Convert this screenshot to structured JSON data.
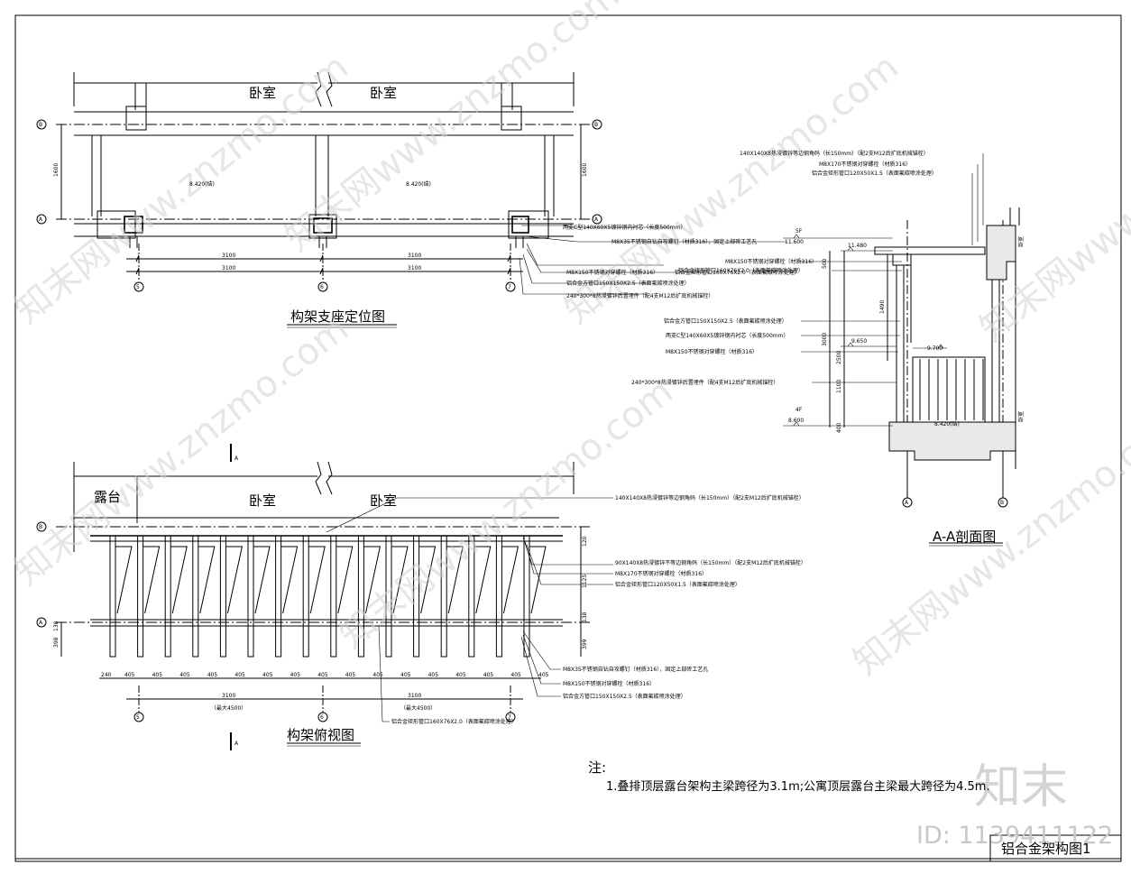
{
  "labels": {
    "room_bedroom": "卧室",
    "room_terrace": "露台",
    "title_plan1": "构架支座定位图",
    "title_plan2": "构架俯视图",
    "title_section": "A-A剖面图",
    "sheet_title": "铝合金架构图1",
    "section_mark": "A"
  },
  "axes": {
    "a": "A",
    "b": "B",
    "n5": "5",
    "n6": "6",
    "n7": "7"
  },
  "dims": {
    "d3100": "3100",
    "d1600": "1600",
    "d405": "405",
    "d240": "240",
    "d1125": "1125",
    "d399": "399",
    "d398": "398",
    "d138": "138",
    "d120": "120",
    "max4500": "（最大4500）",
    "sec_500": "500",
    "sec_1490": "1490",
    "sec_3000": "3000",
    "sec_2500": "2500",
    "sec_1100": "1100",
    "sec_400": "400"
  },
  "levels": {
    "l8420": "8.420(结)",
    "l11480": "11.480",
    "l11600": "11.600",
    "l9650": "9.650",
    "l9700": "9.700",
    "l8600": "8.600",
    "f5": "5F",
    "f4": "4F",
    "bedroom_small": "卧室"
  },
  "notes_plan1": [
    "两支C型140X60X5镀锌钢内衬芯（长度500mm）",
    "M8X35不锈钢自钻自攻螺钉（材质316），固定上部砖工艺孔",
    "M8X150不锈钢对穿螺栓（材质316）",
    "铝合金矩形管口160X76X2.0（表面氟碳喷涂处理）",
    "铝合金方管口150X150X2.5（表面氟碳喷涂处理）",
    "240*300*8热浸镀锌后置埋件（配4支M12后扩底机械锚栓）"
  ],
  "notes_section": [
    "140X140X8热浸镀锌等边钢角码（长150mm）（配2支M12后扩底机械锚栓）",
    "M8X170不锈钢对穿螺栓（材质316）",
    "铝合金矩形管口120X50X1.5（表面氟碳喷涂处理）",
    "M8X150不锈钢对穿螺栓（材质316）",
    "铝合金矩形管口160X76X2.0（表面氟碳喷涂处理）",
    "铝合金方管口150X150X2.5（表面氟碳喷涂处理）",
    "两支C型140X60X5镀锌钢内衬芯（长度500mm）",
    "M8X150不锈钢对穿螺栓（材质316）",
    "240*300*8热浸镀锌后置埋件（配4支M12后扩底机械锚栓）"
  ],
  "notes_plan2": [
    "140X140X8热浸镀锌等边钢角码（长150mm）（配2支M12后扩底机械锚栓）",
    "90X140X8热浸镀锌不等边钢角码（长150mm）（配2支M12后扩底机械锚栓）",
    "M8X170不锈钢对穿螺栓（材质316）",
    "铝合金矩形管口120X50X1.5（表面氟碳喷涂处理）",
    "M8X35不锈钢自钻自攻螺钉（材质316），固定上部砖工艺孔",
    "M8X150不锈钢对穿螺栓（材质316）",
    "铝合金方管口150X150X2.5（表面氟碳喷涂处理）",
    "铝合金矩形管口160X76X2.0（表面氟碳喷涂处理）"
  ],
  "remark": {
    "head": "注:",
    "line1": "1.叠排顶层露台架构主梁跨径为3.1m;公寓顶层露台主梁最大跨径为4.5m."
  },
  "watermark": {
    "text": "知末网www.znzmo.com",
    "brand": "知末",
    "id": "ID: 1139411122"
  }
}
